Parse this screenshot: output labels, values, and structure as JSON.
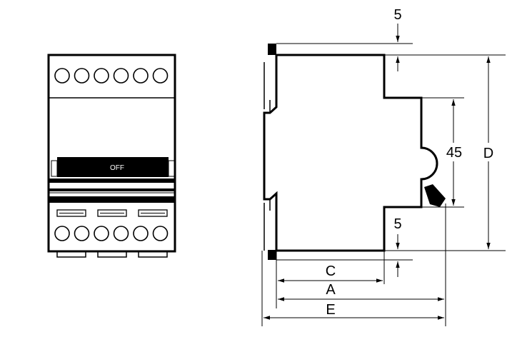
{
  "front_view": {
    "switch_label": "OFF",
    "top_terminals": 6,
    "bottom_terminals": 6,
    "bottom_clips": 3
  },
  "side_view": {
    "dimensions": {
      "top_offset": "5",
      "bottom_offset": "5",
      "height_45": "45",
      "height_d": "D",
      "depth_c": "C",
      "depth_a": "A",
      "depth_e": "E"
    }
  },
  "colors": {
    "line": "#000000",
    "background": "#ffffff",
    "switch_fill": "#000000"
  }
}
